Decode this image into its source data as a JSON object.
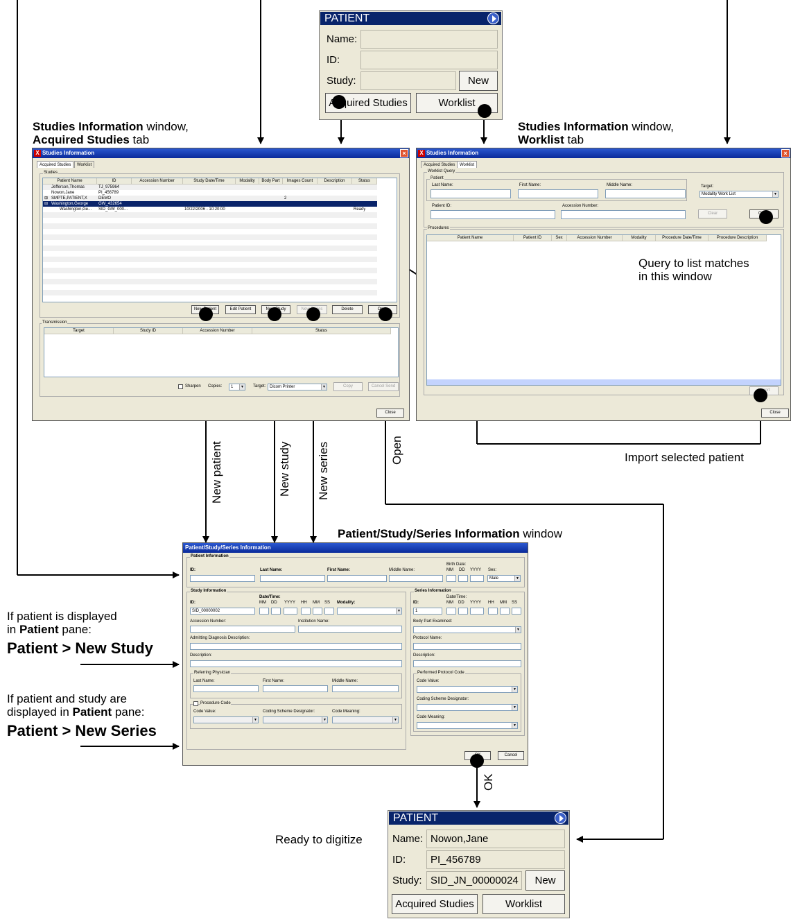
{
  "captions": {
    "acq_window_bold": "Studies Information",
    "acq_window_rest": " window,",
    "acq_tab_bold": "Acquired Studies",
    "acq_tab_rest": " tab",
    "wl_window_bold": "Studies Information",
    "wl_window_rest": " window,",
    "wl_tab_bold": "Worklist",
    "wl_tab_rest": " tab",
    "query_note_1": "Query to list matches",
    "query_note_2": "in this window",
    "import_note": "Import selected patient",
    "new_patient": "New patient",
    "new_study": "New study",
    "new_series": "New series",
    "open": "Open",
    "pss_window_bold": "Patient/Study/Series Information",
    "pss_window_rest": " window",
    "if_patient_1": "If patient is displayed",
    "if_patient_2a": "in ",
    "if_patient_2b": "Patient",
    "if_patient_2c": " pane:",
    "menu_new_study": "Patient > New Study",
    "if_study_1": "If patient and study are",
    "if_study_2a": "displayed in ",
    "if_study_2b": "Patient",
    "if_study_2c": " pane:",
    "menu_new_series": "Patient > New Series",
    "ok": "OK",
    "ready": "Ready to digitize"
  },
  "patient_panel_top": {
    "header": "PATIENT",
    "name_label": "Name:",
    "id_label": "ID:",
    "study_label": "Study:",
    "name_value": "",
    "id_value": "",
    "study_value": "",
    "new_button": "New",
    "acquired_button": "Acquired Studies",
    "worklist_button": "Worklist"
  },
  "patient_panel_bottom": {
    "header": "PATIENT",
    "name_label": "Name:",
    "id_label": "ID:",
    "study_label": "Study:",
    "name_value": "Nowon,Jane",
    "id_value": "PI_456789",
    "study_value": "SID_JN_00000024",
    "new_button": "New",
    "acquired_button": "Acquired Studies",
    "worklist_button": "Worklist"
  },
  "acq_window": {
    "title": "Studies Information",
    "tabs": [
      "Acquired Studies",
      "Worklist"
    ],
    "studies_group": "Studies",
    "columns": [
      "Patient Name",
      "ID",
      "Accession Number",
      "Study Date/Time",
      "Modality",
      "Body Part",
      "Images Count",
      "Description",
      "Status"
    ],
    "rows": [
      {
        "name": "Jefferson,Thomas",
        "id": "TJ_975964",
        "acc": "",
        "date": "",
        "img": "",
        "status": ""
      },
      {
        "name": "Nowon,Jane",
        "id": "PI_456789",
        "acc": "",
        "date": "",
        "img": "",
        "status": ""
      },
      {
        "name": "SMPTE,PATIENT,X",
        "id": "DEMO",
        "acc": "",
        "date": "",
        "img": "2",
        "status": ""
      },
      {
        "name": "Washington,George",
        "id": "GW_432654",
        "acc": "",
        "date": "",
        "img": "",
        "status": ""
      },
      {
        "name": "Washington,Ge...",
        "id": "SID_GW_000...",
        "acc": "",
        "date": "10/22/2006 - 10:20:00",
        "img": "",
        "status": "Ready"
      }
    ],
    "buttons": [
      "New Patient",
      "Edit Patient",
      "New Study",
      "New Series",
      "Delete",
      "Open"
    ],
    "transmission_group": "Transmission",
    "trans_columns": [
      "Target",
      "Study ID",
      "Accession Number",
      "Status"
    ],
    "sharpen": "Sharpen",
    "copies_label": "Copies:",
    "copies_value": "1",
    "target_label": "Target:",
    "target_value": "Dicom Printer",
    "copy_button": "Copy",
    "cancel_send_button": "Cancel Send",
    "close_button": "Close"
  },
  "wl_window": {
    "title": "Studies Information",
    "tabs": [
      "Acquired Studies",
      "Worklist"
    ],
    "query_group": "Worklist Query",
    "patient_group": "Patient",
    "last_name": "Last Name:",
    "first_name": "First Name:",
    "middle_name": "Middle Name:",
    "target_label": "Target:",
    "target_value": "Modality Work List",
    "patient_id": "Patient ID:",
    "accession": "Accession Number:",
    "clear_button": "Clear",
    "query_button": "Query",
    "procedures_group": "Procedures",
    "columns": [
      "Patient Name",
      "Patient ID",
      "Sex",
      "Accession Number",
      "Modality",
      "Procedure Date/Time",
      "Procedure Description"
    ],
    "import_button": "Import",
    "close_button": "Close"
  },
  "pss_window": {
    "title": "Patient/Study/Series Information",
    "patient_group": "Patient Information",
    "id_label": "ID:",
    "last_name": "Last Name:",
    "first_name": "First Name:",
    "middle_name": "Middle Name:",
    "birth_date": "Birth Date:",
    "mm": "MM",
    "dd": "DD",
    "yyyy": "YYYY",
    "hh": "HH",
    "ss": "SS",
    "sex_label": "Sex:",
    "sex_value": "Male",
    "study_group": "Study Information",
    "study_id_value": "SID_00000002",
    "date_time": "Date/Time:",
    "modality": "Modality:",
    "accession": "Accession Number:",
    "institution": "Institution Name:",
    "admitting": "Admitting Diagnosis Description:",
    "description": "Description:",
    "referring_group": "Referring Physician",
    "procedure_code": "Procedure Code",
    "code_value": "Code Value:",
    "coding_scheme": "Coding Scheme Designator:",
    "code_meaning": "Code Meaning:",
    "series_group": "Series Information",
    "series_id_value": "1",
    "body_part": "Body Part Examined:",
    "protocol_name": "Protocol Name:",
    "performed_group": "Performed Protocol Code",
    "ok_button": "OK",
    "cancel_button": "Cancel"
  }
}
